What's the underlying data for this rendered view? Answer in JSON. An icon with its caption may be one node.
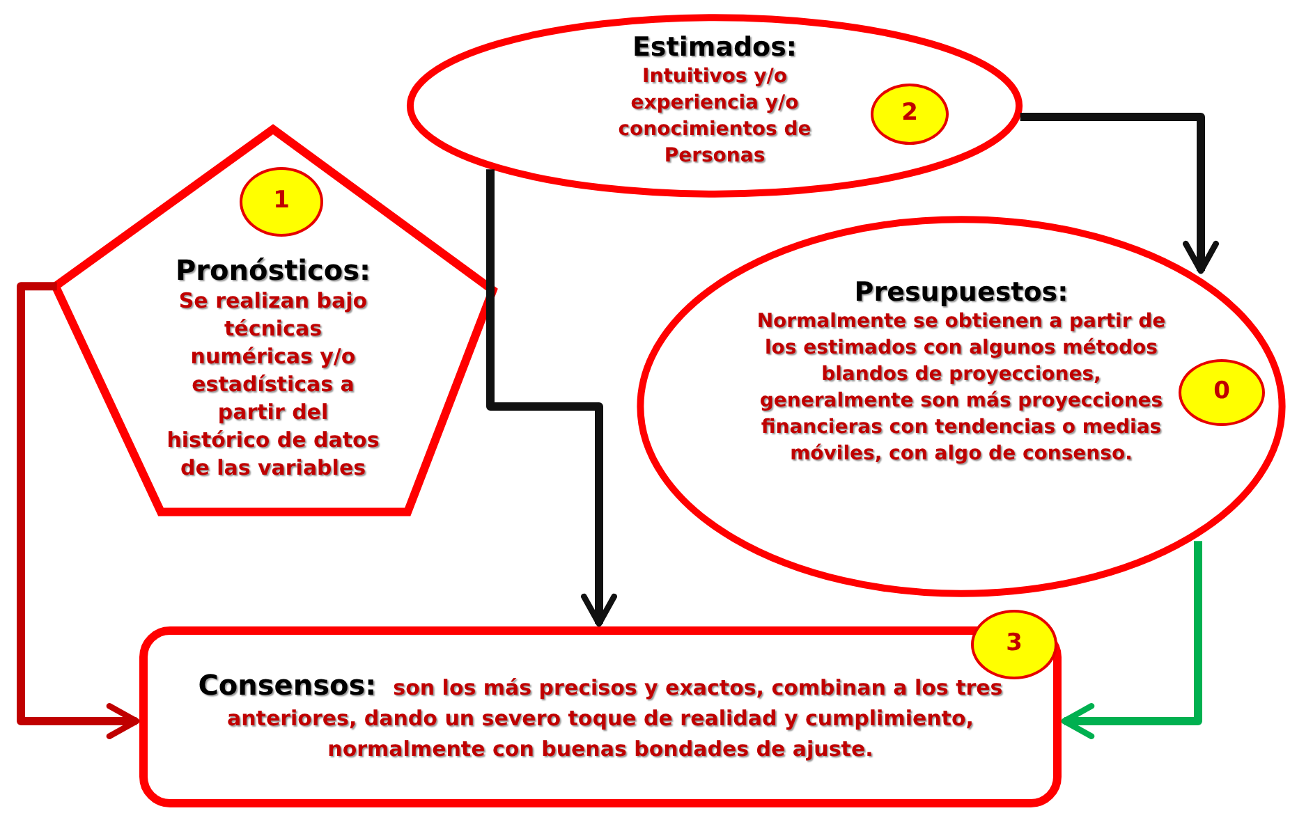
{
  "diagram": {
    "nodes": [
      {
        "text": [
          "Estimados:",
          "Intuitivos y/o experiencia y/o conocimientos de Personas"
        ]
      },
      {
        "text": [
          "2"
        ],
        "in": 0
      },
      {
        "text": [
          "Pronósticos:",
          "Se realizan bajo técnicas numéricas y/o estadísticas a partir del histórico de datos de las variables"
        ]
      },
      {
        "text": [
          "1"
        ],
        "in": 2
      },
      {
        "text": [
          "Presupuestos:",
          "Normalmente se obtienen a partir de los estimados con algunos métodos blandos de proyecciones, generalmente son más proyecciones financieras con tendencias o medias móviles, con algo de consenso."
        ]
      },
      {
        "text": [
          "0"
        ],
        "in": 4
      },
      {
        "text": [
          "Consensos:",
          "son los más precisos y exactos, combinan a los tres anteriores, dando un severo toque de realidad y cumplimiento, normalmente con buenas bondades de ajuste."
        ]
      },
      {
        "text": [
          "3"
        ]
      }
    ],
    "edges": [
      {
        "from": 0,
        "to": 4,
        "arrow": "to"
      },
      {
        "from": 0,
        "to": 6,
        "arrow": "to"
      },
      {
        "from": 2,
        "to": 6,
        "arrow": "to",
        "color": "#c00000"
      },
      {
        "from": 4,
        "to": 6,
        "arrow": "to",
        "color": "#00b050"
      }
    ]
  }
}
